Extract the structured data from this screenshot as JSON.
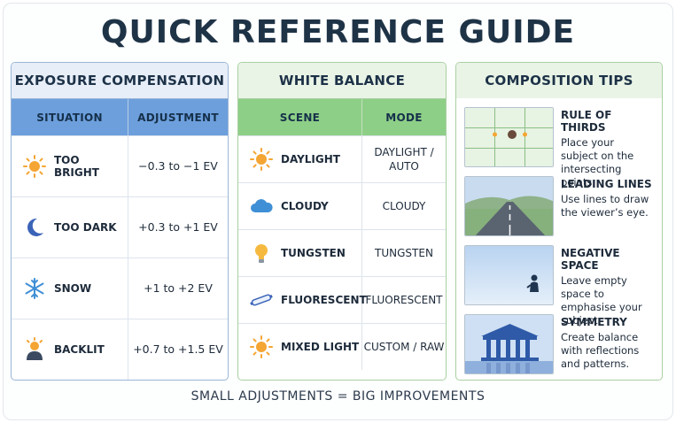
{
  "title": "QUICK REFERENCE GUIDE",
  "footer": "SMALL ADJUSTMENTS = BIG IMPROVEMENTS",
  "exposure": {
    "title": "EXPOSURE COMPENSATION",
    "col1": "SITUATION",
    "col2": "ADJUSTMENT",
    "rows": [
      {
        "label": "TOO BRIGHT",
        "value": "−0.3 to −1 EV",
        "icon": "sun-icon"
      },
      {
        "label": "TOO DARK",
        "value": "+0.3 to +1 EV",
        "icon": "moon-icon"
      },
      {
        "label": "SNOW",
        "value": "+1 to +2 EV",
        "icon": "snowflake-icon"
      },
      {
        "label": "BACKLIT",
        "value": "+0.7 to +1.5 EV",
        "icon": "backlit-person-icon"
      }
    ]
  },
  "white_balance": {
    "title": "WHITE BALANCE",
    "col1": "SCENE",
    "col2": "MODE",
    "rows": [
      {
        "label": "DAYLIGHT",
        "value": "DAYLIGHT / AUTO",
        "icon": "sun-icon"
      },
      {
        "label": "CLOUDY",
        "value": "CLOUDY",
        "icon": "cloud-icon"
      },
      {
        "label": "TUNGSTEN",
        "value": "TUNGSTEN",
        "icon": "lightbulb-icon"
      },
      {
        "label": "FLUORESCENT",
        "value": "FLUORESCENT",
        "icon": "fluorescent-tube-icon"
      },
      {
        "label": "MIXED LIGHT",
        "value": "CUSTOM / RAW",
        "icon": "sun-icon"
      }
    ]
  },
  "composition": {
    "title": "COMPOSITION TIPS",
    "tips": [
      {
        "title": "RULE OF THIRDS",
        "desc": "Place your subject on the intersecting points.",
        "icon": "rule-of-thirds-grid-image"
      },
      {
        "title": "LEADING LINES",
        "desc": "Use lines to draw the viewer’s eye.",
        "icon": "road-image"
      },
      {
        "title": "NEGATIVE SPACE",
        "desc": "Leave empty space to emphasise your subject.",
        "icon": "person-in-sky-image"
      },
      {
        "title": "SYMMETRY",
        "desc": "Create balance with reflections and patterns.",
        "icon": "temple-image"
      }
    ]
  },
  "colors": {
    "exposure_header": "#6d9fdc",
    "wb_header": "#8ecf87",
    "sun": "#f4a533",
    "moon": "#3b63b8",
    "snow": "#3f8fd6"
  }
}
